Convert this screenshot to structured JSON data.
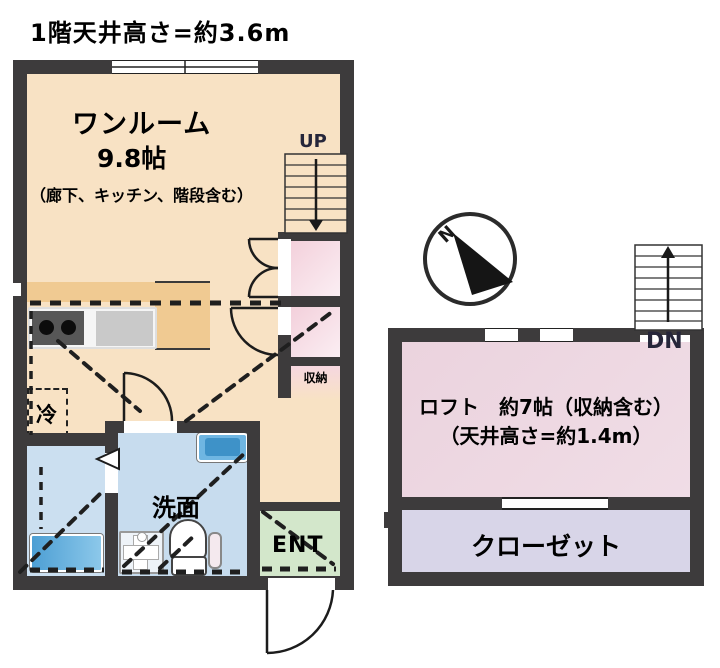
{
  "title": "1階天井高さ=約3.6m",
  "floor1": {
    "room_name": "ワンルーム",
    "room_size": "9.8帖",
    "room_note": "（廊下、キッチン、階段含む）",
    "up_label": "UP",
    "storage_label": "収納",
    "fridge_label": "冷",
    "washroom_label": "洗面",
    "entrance_label": "ENT"
  },
  "floor2": {
    "compass_north_label": "N",
    "dn_label": "DN",
    "loft_label": "ロフト　約7帖（収納含む）",
    "loft_ceiling_label": "（天井高さ=約1.4m）",
    "closet_label": "クローゼット"
  },
  "colors": {
    "wall": "#3d3b3c",
    "main_room_floor": "#f8e2c4",
    "kitchen_floor": "#f0ca92",
    "wet_area_floor": "#c9deef",
    "pink_room": "#f5d4de",
    "storage_pink": "#f6d7e0",
    "loft_floor": "#ebd3de",
    "closet_floor": "#d8d5e8",
    "entrance_floor": "#d3e7cb",
    "bathtub_blue": "#4d9fd4",
    "stove_gray": "#575757"
  }
}
